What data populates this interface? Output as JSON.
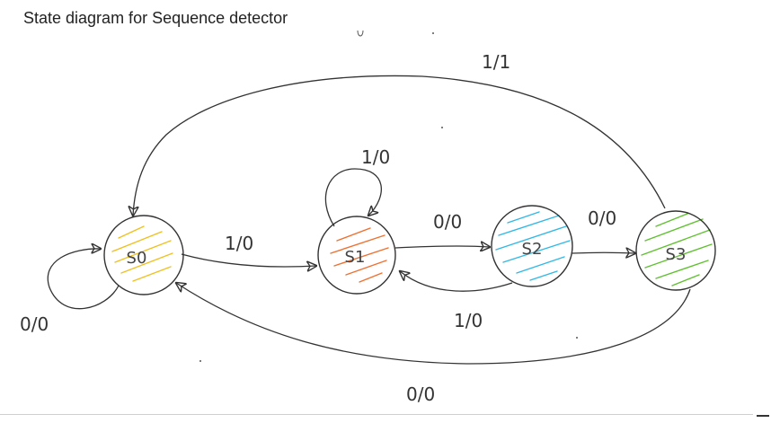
{
  "title": "State diagram for Sequence detector",
  "colors": {
    "s0_hatch": "#f0c020",
    "s1_hatch": "#f07030",
    "s2_hatch": "#30b8e8",
    "s3_hatch": "#60c030",
    "stroke": "#333333"
  },
  "states": [
    {
      "id": "s0",
      "label": "S0"
    },
    {
      "id": "s1",
      "label": "S1"
    },
    {
      "id": "s2",
      "label": "S2"
    },
    {
      "id": "s3",
      "label": "S3"
    }
  ],
  "transitions": [
    {
      "from": "S0",
      "to": "S0",
      "label": "0/0"
    },
    {
      "from": "S0",
      "to": "S1",
      "label": "1/0"
    },
    {
      "from": "S1",
      "to": "S1",
      "label": "1/0"
    },
    {
      "from": "S1",
      "to": "S2",
      "label": "0/0"
    },
    {
      "from": "S2",
      "to": "S1",
      "label": "1/0"
    },
    {
      "from": "S2",
      "to": "S3",
      "label": "0/0"
    },
    {
      "from": "S3",
      "to": "S0",
      "label": "1/1"
    },
    {
      "from": "S3",
      "to": "S0",
      "label": "0/0"
    }
  ]
}
